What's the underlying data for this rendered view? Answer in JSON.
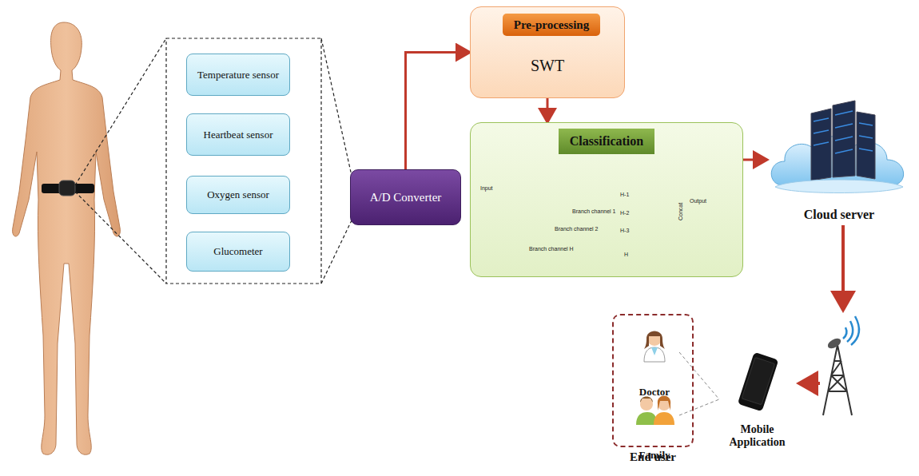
{
  "diagram": {
    "nodes": [
      {
        "text": [
          "Temperature sensor"
        ]
      },
      {
        "text": [
          "Heartbeat sensor"
        ]
      },
      {
        "text": [
          "Oxygen sensor"
        ]
      },
      {
        "text": [
          "Glucometer"
        ]
      },
      {
        "text": [
          "A/D Converter"
        ]
      },
      {
        "text": [
          "Pre-processing",
          "SWT"
        ]
      },
      {
        "text": [
          "Classification"
        ]
      },
      {
        "text": [
          "Cloud server"
        ]
      },
      {
        "text": [
          "Mobile Application"
        ]
      },
      {
        "text": [
          "End user"
        ]
      },
      {
        "text": [
          "Doctor"
        ],
        "in": 9
      },
      {
        "text": [
          "Family"
        ],
        "in": 9
      }
    ],
    "edges": [
      {
        "from": 4,
        "to": 5,
        "arrow": "to"
      },
      {
        "from": 5,
        "to": 6,
        "arrow": "to"
      },
      {
        "from": 6,
        "to": 7,
        "arrow": "to"
      },
      {
        "from": 10,
        "to": 8,
        "arrow": "none"
      },
      {
        "from": 11,
        "to": 8,
        "arrow": "none"
      }
    ],
    "labels": [
      "Input",
      "Output",
      "Concat",
      "Branch channel 1",
      "Branch channel 2",
      "Branch channel H",
      "H-1",
      "H-2",
      "H-3",
      "H"
    ]
  }
}
